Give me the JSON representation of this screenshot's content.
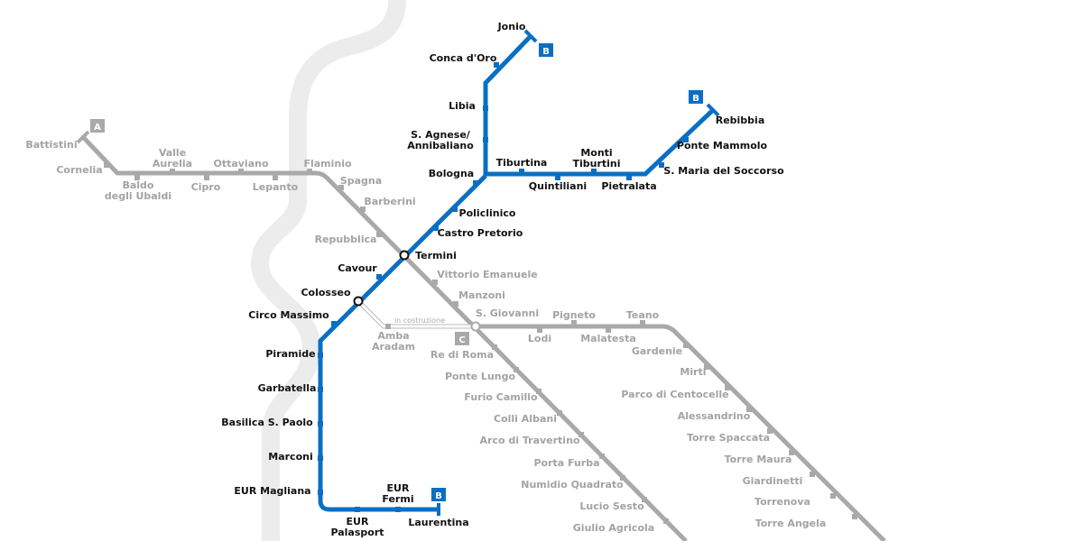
{
  "colors": {
    "line_a": "#a9a9a9",
    "line_b": "#0a6fc4",
    "line_c": "#a9a9a9",
    "river": "#ececec",
    "label_gray": "#a3a3a3",
    "label_dark": "#111111"
  },
  "line_badges": {
    "a": "A",
    "b": "B",
    "c": "C"
  },
  "construction_label": "in costruzione",
  "line_a": {
    "stations": [
      [
        "Battistini"
      ],
      [
        "Cornelia"
      ],
      [
        "Baldo",
        "degli Ubaldi"
      ],
      [
        "Valle",
        "Aurelia"
      ],
      [
        "Cipro"
      ],
      [
        "Ottaviano"
      ],
      [
        "Lepanto"
      ],
      [
        "Flaminio"
      ],
      [
        "Spagna"
      ],
      [
        "Barberini"
      ],
      [
        "Repubblica"
      ],
      [
        "Vittorio Emanuele"
      ],
      [
        "Manzoni"
      ],
      [
        "S. Giovanni"
      ],
      [
        "Re di Roma"
      ],
      [
        "Ponte Lungo"
      ],
      [
        "Furio Camillo"
      ],
      [
        "Colli Albani"
      ],
      [
        "Arco di Travertino"
      ],
      [
        "Porta Furba"
      ],
      [
        "Numidio Quadrato"
      ],
      [
        "Lucio Sesto"
      ],
      [
        "Giulio Agricola"
      ]
    ]
  },
  "line_b": {
    "stations": [
      [
        "Jonio"
      ],
      [
        "Conca d'Oro"
      ],
      [
        "Libia"
      ],
      [
        "S. Agnese/",
        "Annibaliano"
      ],
      [
        "Bologna"
      ],
      [
        "Tiburtina"
      ],
      [
        "Quintiliani"
      ],
      [
        "Monti",
        "Tiburtini"
      ],
      [
        "Pietralata"
      ],
      [
        "S. Maria del Soccorso"
      ],
      [
        "Ponte Mammolo"
      ],
      [
        "Rebibbia"
      ],
      [
        "Policlinico"
      ],
      [
        "Castro Pretorio"
      ],
      [
        "Termini"
      ],
      [
        "Cavour"
      ],
      [
        "Colosseo"
      ],
      [
        "Circo Massimo"
      ],
      [
        "Piramide"
      ],
      [
        "Garbatella"
      ],
      [
        "Basilica S. Paolo"
      ],
      [
        "Marconi"
      ],
      [
        "EUR Magliana"
      ],
      [
        "EUR",
        "Palasport"
      ],
      [
        "EUR",
        "Fermi"
      ],
      [
        "Laurentina"
      ]
    ]
  },
  "line_c": {
    "stations": [
      [
        "Amba",
        "Aradam"
      ],
      [
        "Lodi"
      ],
      [
        "Pigneto"
      ],
      [
        "Malatesta"
      ],
      [
        "Teano"
      ],
      [
        "Gardenie"
      ],
      [
        "Mirti"
      ],
      [
        "Parco di Centocelle"
      ],
      [
        "Alessandrino"
      ],
      [
        "Torre Spaccata"
      ],
      [
        "Torre Maura"
      ],
      [
        "Giardinetti"
      ],
      [
        "Torrenova"
      ],
      [
        "Torre Angela"
      ]
    ]
  }
}
